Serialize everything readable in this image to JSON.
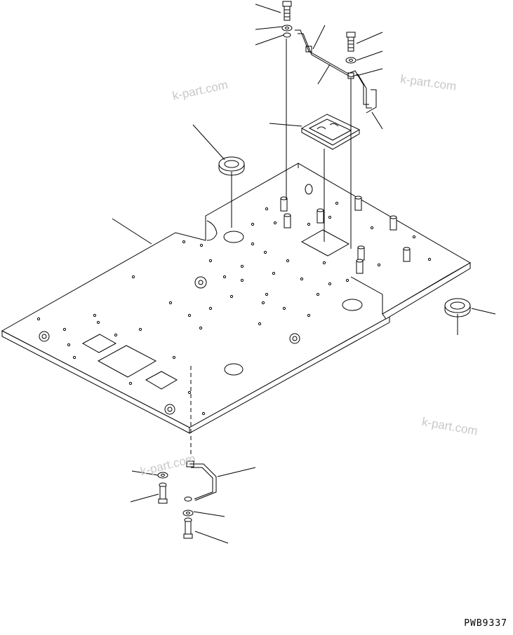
{
  "watermarks": [
    "k-part.com",
    "k-part.com",
    "k-part.com",
    "k-part.com"
  ],
  "figure_code": "PWB9337",
  "colors": {
    "line": "#000000",
    "watermark": "#c8c8c8",
    "background": "#ffffff"
  }
}
